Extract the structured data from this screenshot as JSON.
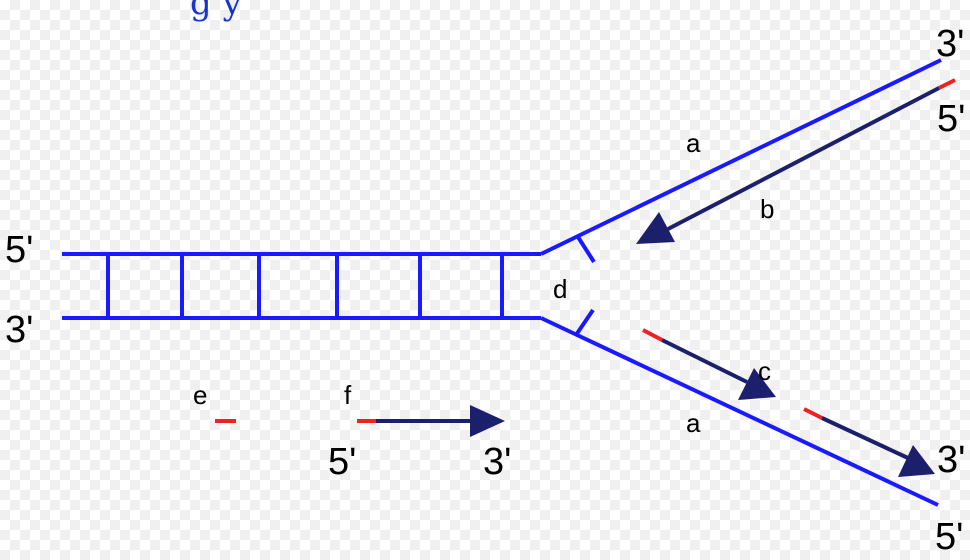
{
  "colors": {
    "template_strand": "#1a1aff",
    "new_strand": "#1c1f6b",
    "primer": "#ee2222",
    "title": "#1a33cc",
    "text": "#000000"
  },
  "title": "g                                               y",
  "strand_ends": {
    "left_top": "5'",
    "left_bottom": "3'",
    "upper_top": "3'",
    "upper_bottom": "5'",
    "lower_new": "3'",
    "lower_bottom": "5'",
    "legend_start": "5'",
    "legend_end": "3'"
  },
  "labels": {
    "a_upper": "a",
    "b": "b",
    "c": "c",
    "d": "d",
    "a_lower": "a",
    "e": "e",
    "f": "f"
  },
  "icons": {
    "arrowhead": "triangle-arrowhead-icon"
  }
}
